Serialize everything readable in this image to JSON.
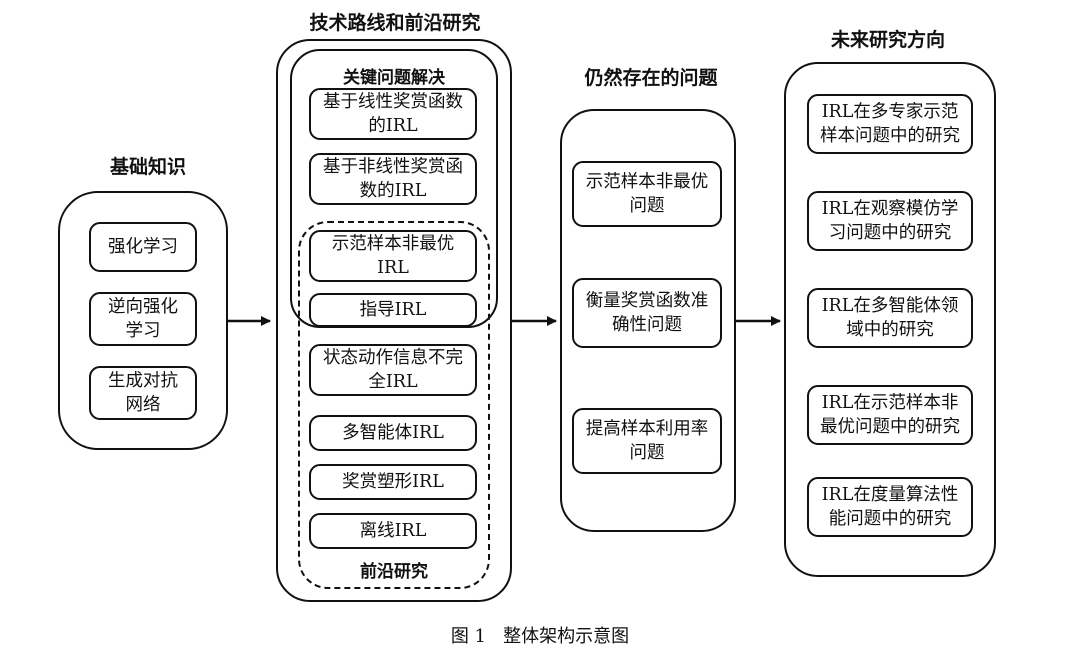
{
  "headings": {
    "basics": "基础知识",
    "tech": "技术路线和前沿研究",
    "problems": "仍然存在的问题",
    "future": "未来研究方向"
  },
  "sub_labels": {
    "key_problems": "关键问题解决",
    "frontier": "前沿研究"
  },
  "basics": {
    "items": [
      "强化学习",
      "逆向强化\n学习",
      "生成对抗\n网络"
    ]
  },
  "tech": {
    "items": [
      "基于线性奖赏函数\n的IRL",
      "基于非线性奖赏函\n数的IRL",
      "示范样本非最优\nIRL",
      "指导IRL",
      "状态动作信息不完\n全IRL",
      "多智能体IRL",
      "奖赏塑形IRL",
      "离线IRL"
    ]
  },
  "problems": {
    "items": [
      "示范样本非最优\n问题",
      "衡量奖赏函数准\n确性问题",
      "提高样本利用率\n问题"
    ]
  },
  "future": {
    "items": [
      "IRL在多专家示范\n样本问题中的研究",
      "IRL在观察模仿学\n习问题中的研究",
      "IRL在多智能体领\n域中的研究",
      "IRL在示范样本非\n最优问题中的研究",
      "IRL在度量算法性\n能问题中的研究"
    ]
  },
  "caption": "图 1   整体架构示意图"
}
